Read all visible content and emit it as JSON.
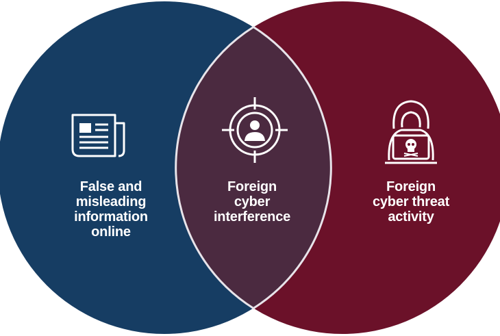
{
  "circles": [
    {
      "id": "false-information",
      "lines": [
        "False and",
        "misleading",
        "information",
        "online"
      ],
      "color": "#163d63",
      "icon": "newspaper-icon"
    },
    {
      "id": "cyber-threat",
      "lines": [
        "Foreign",
        "cyber threat",
        "activity"
      ],
      "color": "#6b1129",
      "icon": "hacker-laptop-skull-icon"
    }
  ],
  "overlap": {
    "lines": [
      "Foreign",
      "cyber",
      "interference"
    ],
    "color": "#4b2a40",
    "icon": "target-person-icon"
  },
  "colors": {
    "outline": "#e8e4ea",
    "icon_stroke": "#ffffff",
    "background": "#ffffff"
  }
}
